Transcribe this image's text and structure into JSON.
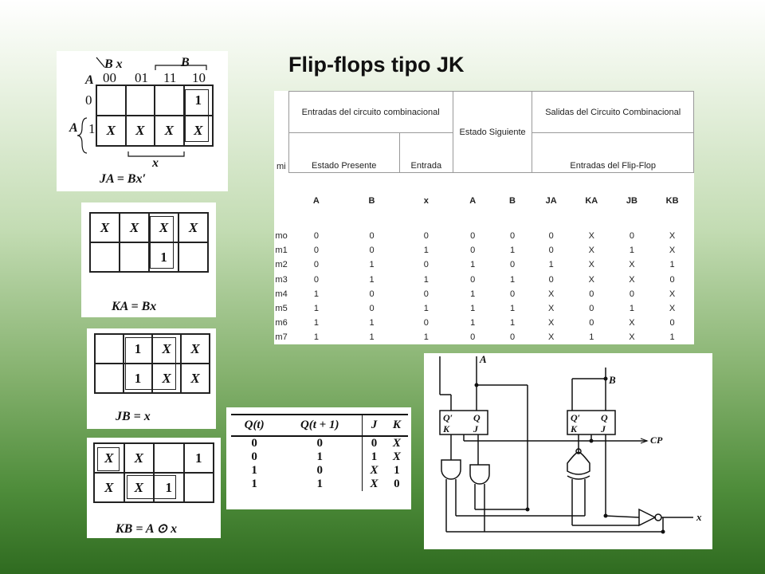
{
  "title": "Flip-flops tipo JK",
  "kmap_ja": {
    "var_bx": "B x",
    "var_a": "A",
    "var_b": "B",
    "cols": [
      "00",
      "01",
      "11",
      "10"
    ],
    "row0": "0",
    "row1": "1",
    "row_a_label": "A",
    "x_label": "x",
    "cells": [
      "",
      "",
      "",
      "1",
      "X",
      "X",
      "X",
      "X"
    ],
    "equation": "JA = Bx′"
  },
  "kmap_ka": {
    "cells": [
      "X",
      "X",
      "X",
      "X",
      "",
      "",
      "1",
      ""
    ],
    "equation": "KA = Bx"
  },
  "kmap_jb": {
    "cells": [
      "",
      "1",
      "X",
      "X",
      "",
      "1",
      "X",
      "X"
    ],
    "equation": "JB = x"
  },
  "kmap_kb": {
    "cells": [
      "X",
      "X",
      "",
      "1",
      "X",
      "X",
      "1",
      ""
    ],
    "equation": "KB = A ⊙ x"
  },
  "truth_table": {
    "col_mi": "mi",
    "group_inputs": "Entradas del circuito combinacional",
    "group_next": "Estado Siguiente",
    "group_outputs": "Salidas del Circuito Combinacional",
    "sub_present": "Estado Presente",
    "sub_input": "Entrada",
    "sub_ff": "Entradas del Flip-Flop",
    "headers": [
      "A",
      "B",
      "x",
      "A",
      "B",
      "JA",
      "KA",
      "JB",
      "KB"
    ],
    "rows": [
      [
        "mo",
        "0",
        "0",
        "0",
        "0",
        "0",
        "0",
        "X",
        "0",
        "X"
      ],
      [
        "m1",
        "0",
        "0",
        "1",
        "0",
        "1",
        "0",
        "X",
        "1",
        "X"
      ],
      [
        "m2",
        "0",
        "1",
        "0",
        "1",
        "0",
        "1",
        "X",
        "X",
        "1"
      ],
      [
        "m3",
        "0",
        "1",
        "1",
        "0",
        "1",
        "0",
        "X",
        "X",
        "0"
      ],
      [
        "m4",
        "1",
        "0",
        "0",
        "1",
        "0",
        "X",
        "0",
        "0",
        "X"
      ],
      [
        "m5",
        "1",
        "0",
        "1",
        "1",
        "1",
        "X",
        "0",
        "1",
        "X"
      ],
      [
        "m6",
        "1",
        "1",
        "0",
        "1",
        "1",
        "X",
        "0",
        "X",
        "0"
      ],
      [
        "m7",
        "1",
        "1",
        "1",
        "0",
        "0",
        "X",
        "1",
        "X",
        "1"
      ]
    ]
  },
  "jk_table": {
    "headers": [
      "Q(t)",
      "Q(t + 1)",
      "J",
      "K"
    ],
    "rows": [
      [
        "0",
        "0",
        "0",
        "X"
      ],
      [
        "0",
        "1",
        "1",
        "X"
      ],
      [
        "1",
        "0",
        "X",
        "1"
      ],
      [
        "1",
        "1",
        "X",
        "0"
      ]
    ]
  },
  "circuit": {
    "label_a": "A",
    "label_b": "B",
    "ff1": {
      "q_bar": "Q′",
      "q": "Q",
      "k": "K",
      "j": "J"
    },
    "ff2": {
      "q_bar": "Q′",
      "q": "Q",
      "k": "K",
      "j": "J"
    },
    "label_cp": "CP",
    "label_x": "x"
  }
}
